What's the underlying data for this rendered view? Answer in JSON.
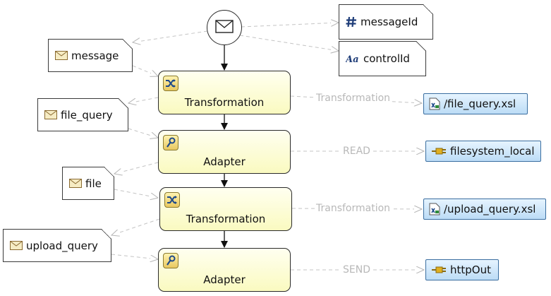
{
  "start_event": {
    "icon": "envelope-icon"
  },
  "header_fields": [
    {
      "label": "messageId",
      "icon": "hash-icon"
    },
    {
      "label": "controlId",
      "icon": "text-field-icon"
    }
  ],
  "messages": [
    {
      "label": "message",
      "icon": "envelope-icon"
    },
    {
      "label": "file_query",
      "icon": "envelope-icon"
    },
    {
      "label": "file",
      "icon": "envelope-icon"
    },
    {
      "label": "upload_query",
      "icon": "envelope-icon"
    }
  ],
  "steps": [
    {
      "label": "Transformation",
      "icon": "transformation-icon"
    },
    {
      "label": "Adapter",
      "icon": "adapter-icon"
    },
    {
      "label": "Transformation",
      "icon": "transformation-icon"
    },
    {
      "label": "Adapter",
      "icon": "adapter-icon"
    }
  ],
  "resources": [
    {
      "label": "/file_query.xsl",
      "icon": "xsl-file-icon"
    },
    {
      "label": "filesystem_local",
      "icon": "connector-icon"
    },
    {
      "label": "/upload_query.xsl",
      "icon": "xsl-file-icon"
    },
    {
      "label": "httpOut",
      "icon": "connector-icon"
    }
  ],
  "edge_labels": [
    "Transformation",
    "READ",
    "Transformation",
    "SEND"
  ],
  "colors": {
    "step_fill": "#fafac0",
    "resource_fill": "#bcdcf6",
    "dashed_edge": "#c4c4c4",
    "flow_edge": "#111111"
  }
}
